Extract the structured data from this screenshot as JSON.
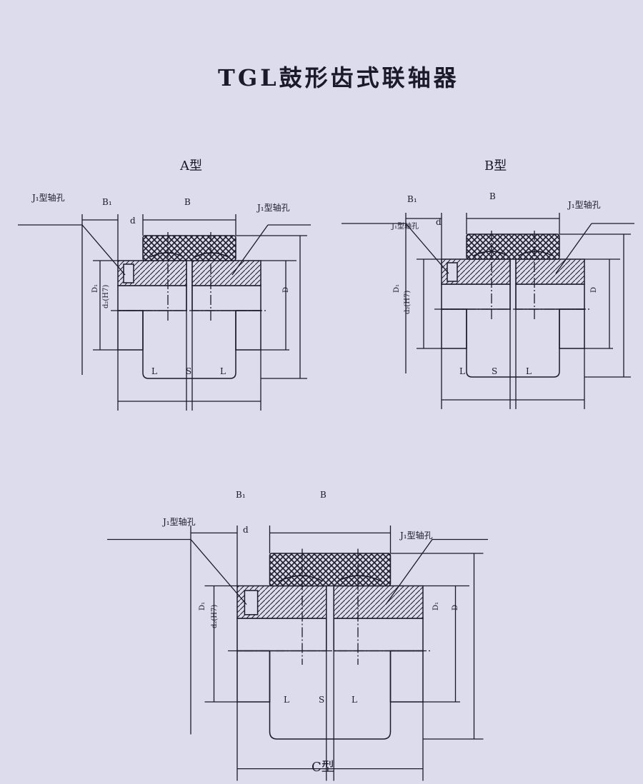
{
  "title": "TGL鼓形齿式联轴器",
  "views": [
    {
      "name": "A型",
      "bore_left": "J₁型轴孔",
      "bore_right": "J₁型轴孔",
      "B1": "B₁",
      "B": "B",
      "d": "d",
      "D": "D",
      "D1": "D₁",
      "d2": "d₂(H7)",
      "L": "L",
      "S": "S"
    },
    {
      "name": "B型",
      "bore_left": "J₁型轴孔",
      "bore_right": "J₁型轴孔",
      "B1": "B₁",
      "B": "B",
      "d": "d",
      "D": "D",
      "D1": "D₁",
      "d2": "d₂(H7)",
      "L": "L",
      "S": "S"
    },
    {
      "name": "C型",
      "bore_left": "J₁型轴孔",
      "bore_right": "J₁型轴孔",
      "B1": "B₁",
      "B": "B",
      "d": "d",
      "D": "D",
      "D1": "D₁",
      "d2": "d₂(H7)",
      "L": "L",
      "S": "S"
    }
  ],
  "colors": {
    "paper": "#dcdcec",
    "ink": "#1a1a2a"
  }
}
